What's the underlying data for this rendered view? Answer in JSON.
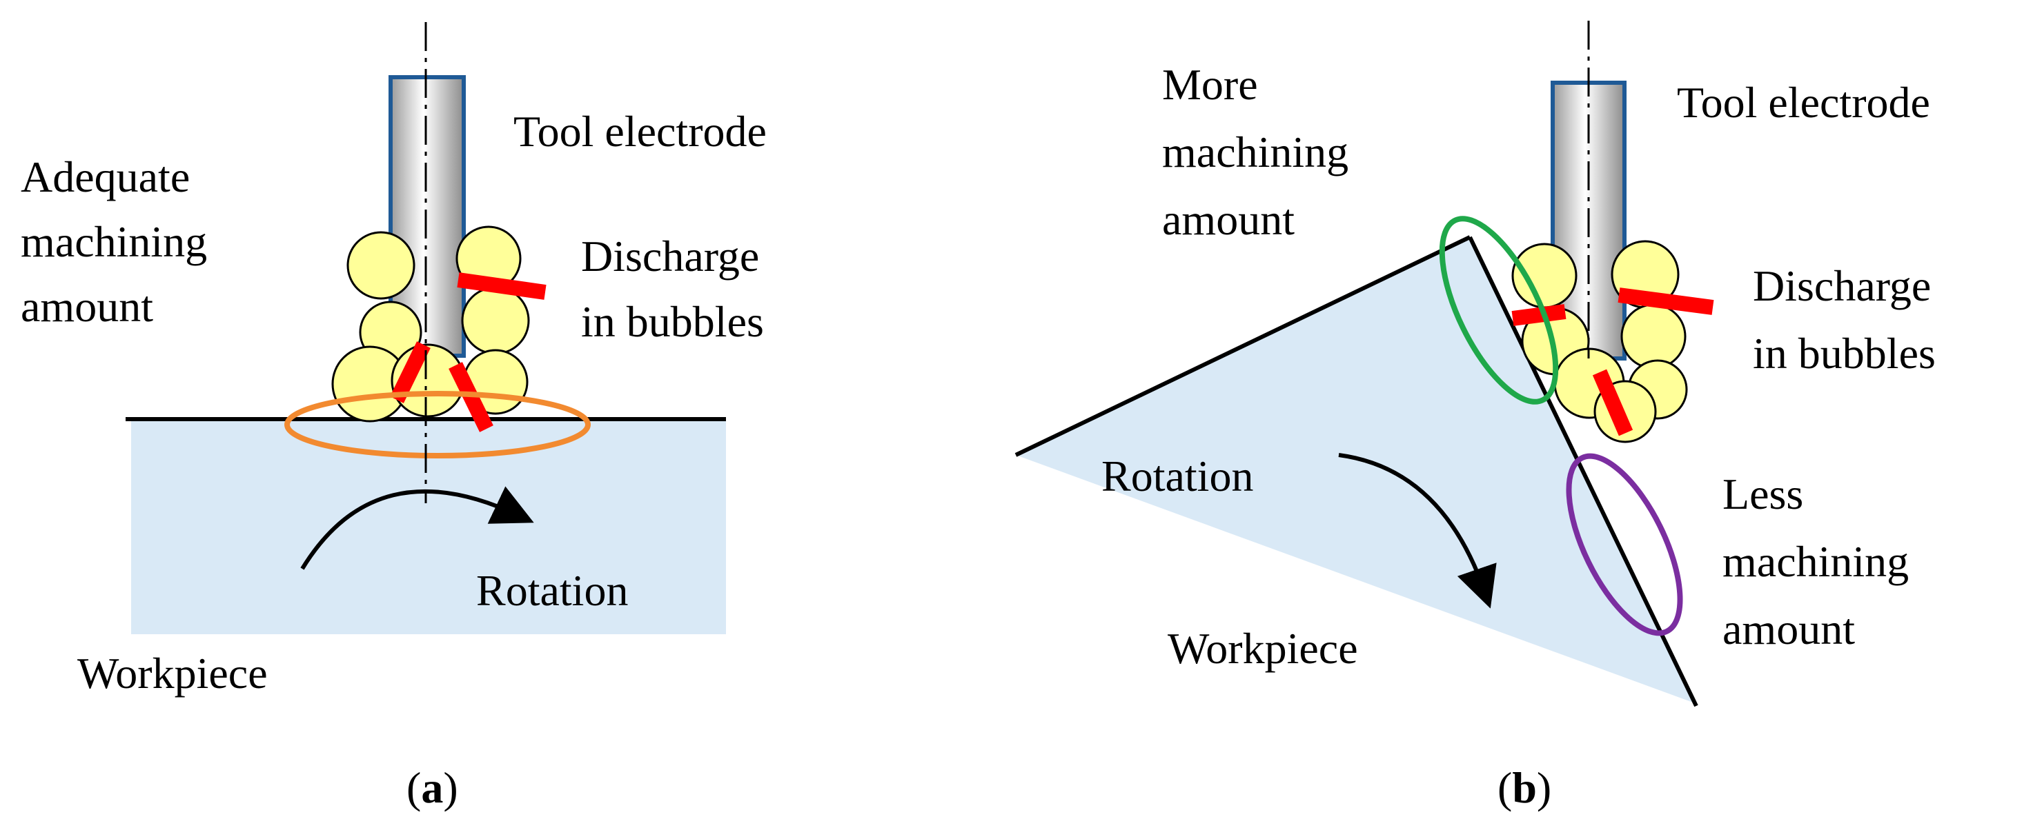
{
  "panel_a": {
    "labels": {
      "tool": "Tool electrode",
      "adequate": [
        "Adequate",
        "machining",
        "amount"
      ],
      "discharge": [
        "Discharge",
        "in bubbles"
      ],
      "rotation": "Rotation",
      "workpiece": "Workpiece"
    },
    "caption": {
      "open": "(",
      "letter": "a",
      "close": ")"
    }
  },
  "panel_b": {
    "labels": {
      "tool": "Tool electrode",
      "more": [
        "More",
        "machining",
        "amount"
      ],
      "discharge": [
        "Discharge",
        "in bubbles"
      ],
      "rotation": "Rotation",
      "less": [
        "Less",
        "machining",
        "amount"
      ],
      "workpiece": "Workpiece"
    },
    "caption": {
      "open": "(",
      "letter": "b",
      "close": ")"
    }
  },
  "colors": {
    "workpiece_fill": "#d9e9f6",
    "bubble_fill": "#ffff99",
    "discharge": "#ff0000",
    "tool_outline": "#1f5a96",
    "adequate_ellipse": "#f28a30",
    "more_ellipse": "#1fa84a",
    "less_ellipse": "#7b2ea0"
  }
}
